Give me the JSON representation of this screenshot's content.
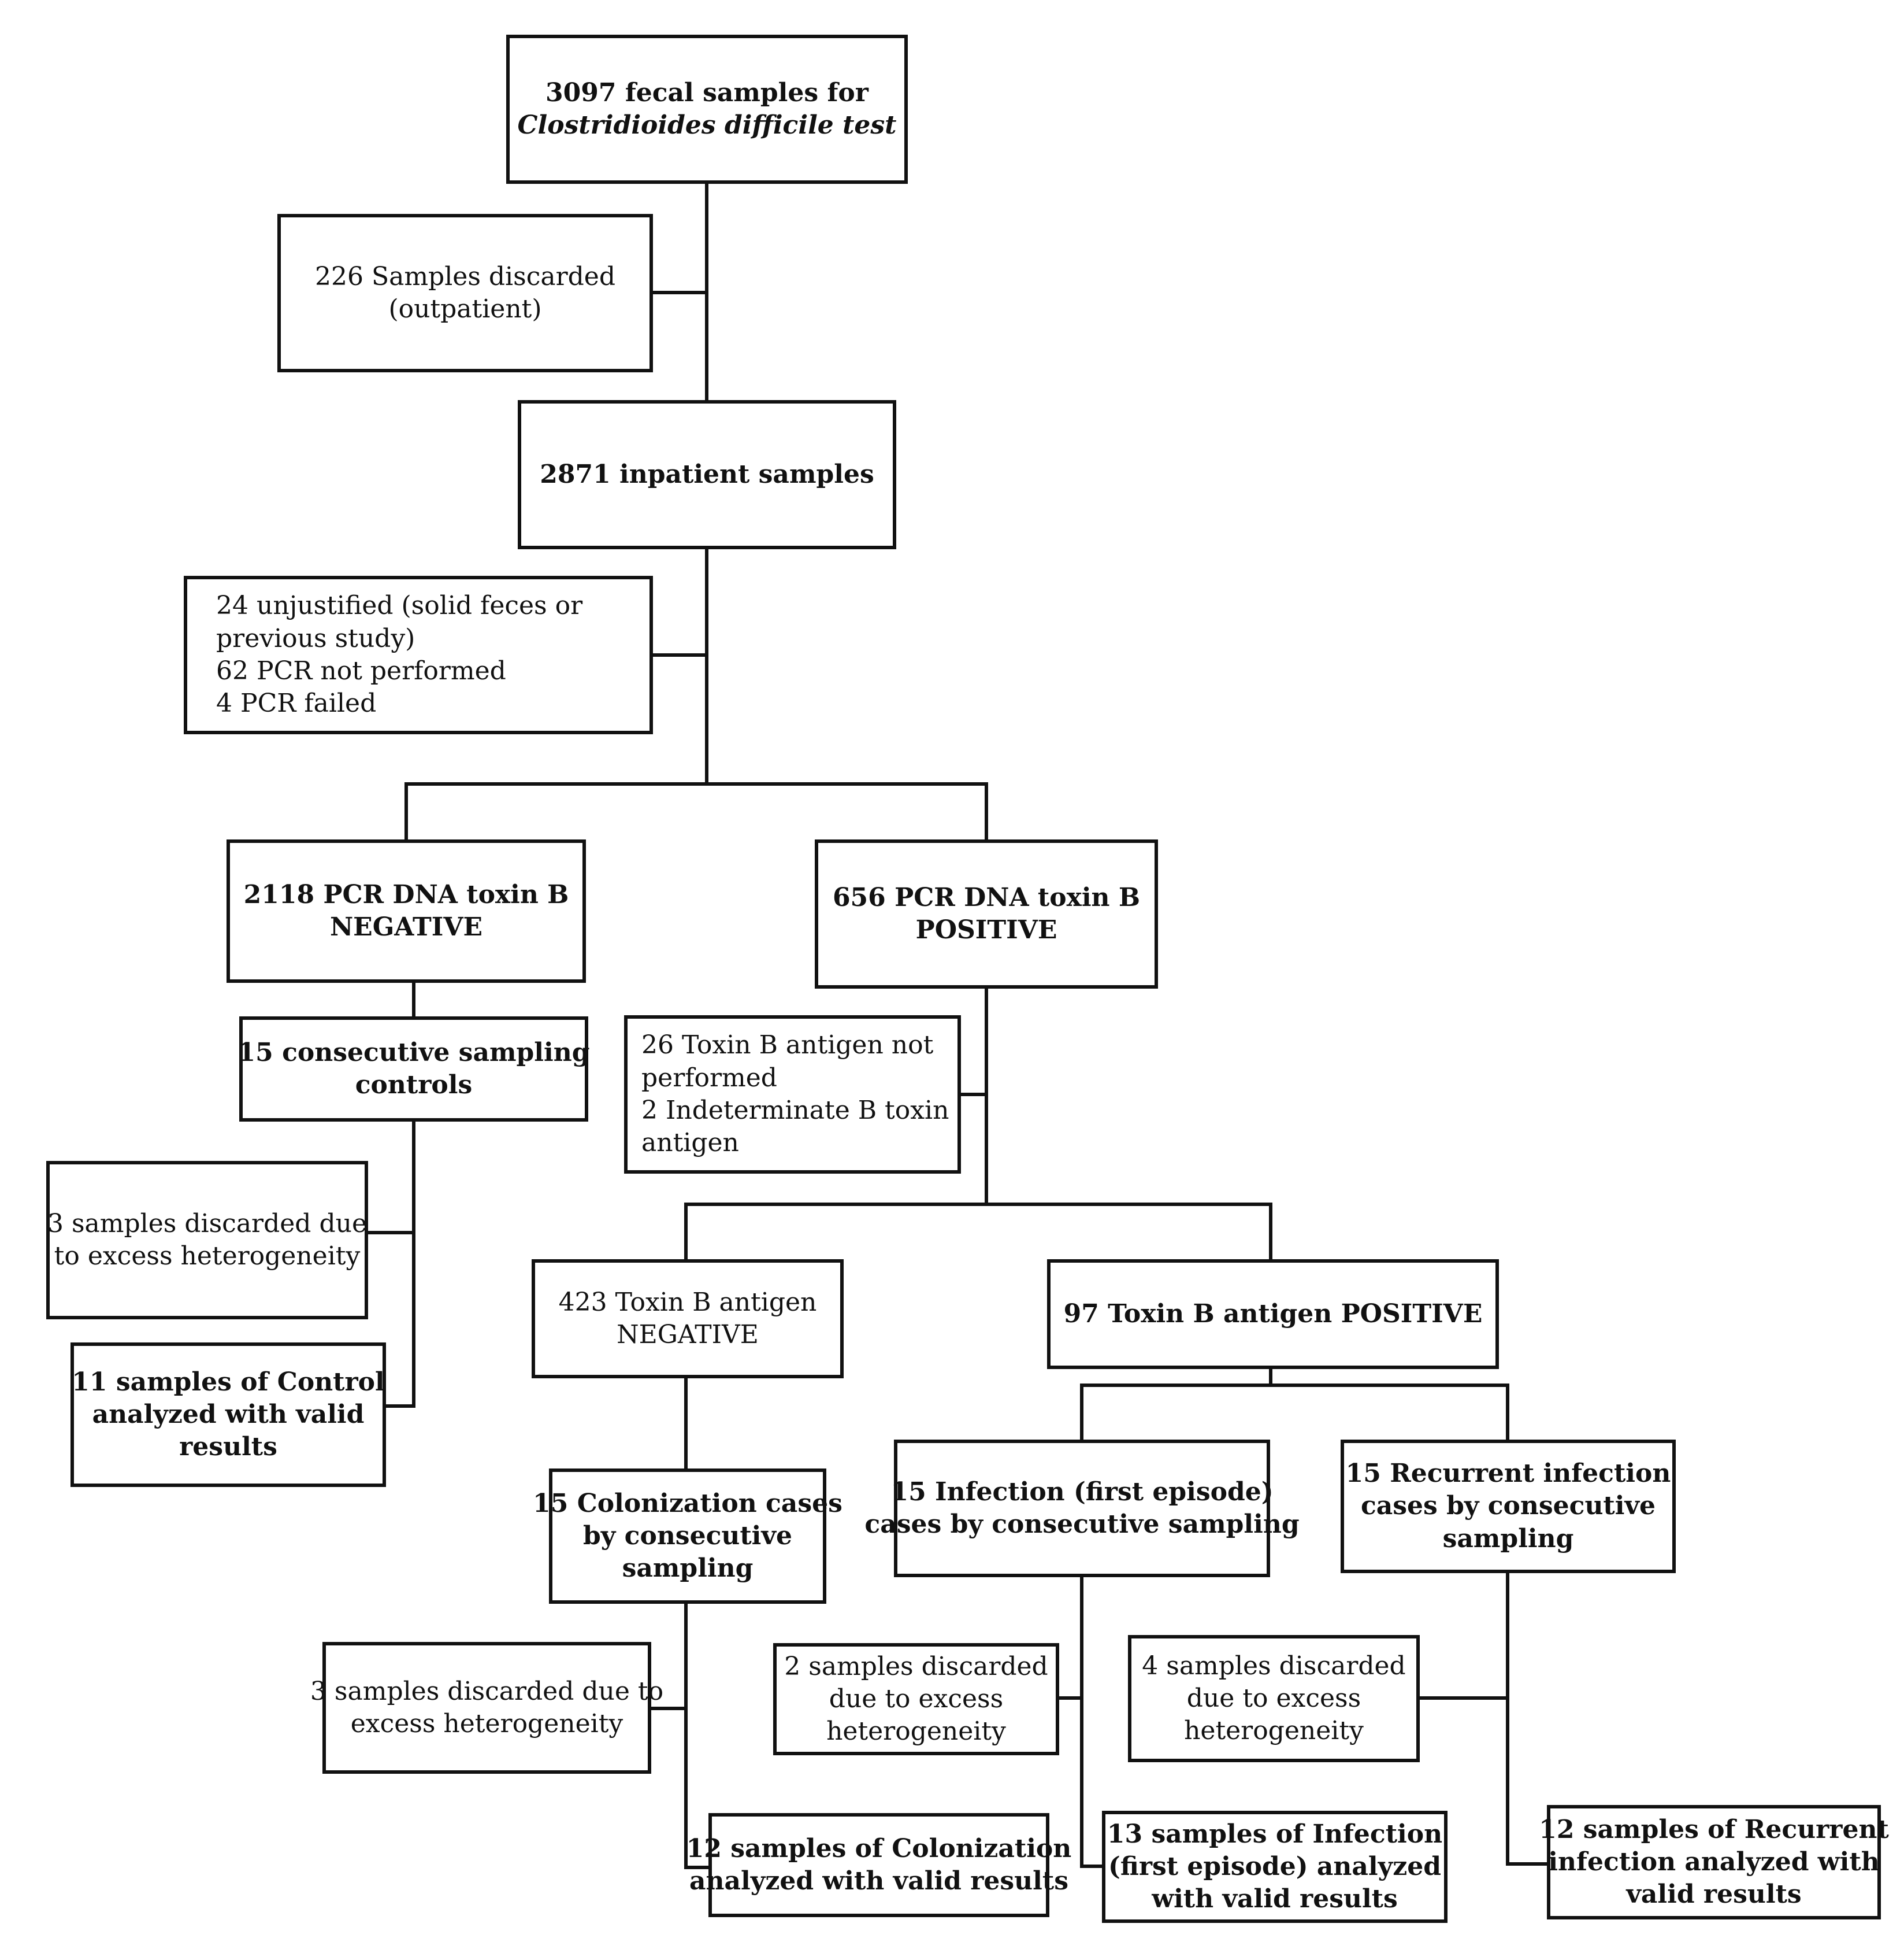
{
  "boxes": {
    "total": {
      "line1": "3097 fecal samples for",
      "line2": "Clostridioides difficile test"
    },
    "outpatient": {
      "line1": "226 Samples discarded",
      "line2": "(outpatient)"
    },
    "inpatient": {
      "line1": "2871 inpatient samples"
    },
    "excluded": {
      "line1": "24 unjustified (solid feces or",
      "line2": "previous study)",
      "line3": "62 PCR not performed",
      "line4": "4 PCR failed"
    },
    "pcr_negative": {
      "line1": "2118 PCR DNA toxin B",
      "line2": "NEGATIVE"
    },
    "pcr_positive": {
      "line1": "656 PCR DNA toxin B",
      "line2": "POSITIVE"
    },
    "controls": {
      "line1": "15 consecutive sampling",
      "line2": "controls"
    },
    "antigen_excluded": {
      "line1": "26 Toxin B antigen not",
      "line2": "performed",
      "line3": "2 Indeterminate B toxin",
      "line4": "antigen"
    },
    "control_discarded": {
      "line1": "3 samples discarded due",
      "line2": "to excess heterogeneity"
    },
    "control_valid": {
      "line1": "11 samples of Control",
      "line2": "analyzed with valid",
      "line3": "results"
    },
    "antigen_negative": {
      "line1": "423 Toxin B antigen",
      "line2": "NEGATIVE"
    },
    "antigen_positive": {
      "line1": "97 Toxin B antigen POSITIVE"
    },
    "colonization": {
      "line1": "15 Colonization cases",
      "line2": "by consecutive",
      "line3": "sampling"
    },
    "infection": {
      "line1": "15 Infection (first episode)",
      "line2": "cases by consecutive sampling"
    },
    "recurrent": {
      "line1": "15 Recurrent infection",
      "line2": "cases by consecutive",
      "line3": "sampling"
    },
    "colonization_discarded": {
      "line1": "3 samples discarded due to",
      "line2": "excess heterogeneity"
    },
    "infection_discarded": {
      "line1": "2 samples discarded",
      "line2": "due to excess",
      "line3": "heterogeneity"
    },
    "recurrent_discarded": {
      "line1": "4 samples discarded",
      "line2": "due to excess",
      "line3": "heterogeneity"
    },
    "colonization_valid": {
      "line1": "12 samples of Colonization",
      "line2": "analyzed with valid results"
    },
    "infection_valid": {
      "line1": "13 samples of Infection",
      "line2": "(first episode) analyzed",
      "line3": "with valid results"
    },
    "recurrent_valid": {
      "line1": "12 samples of Recurrent",
      "line2": "infection analyzed with",
      "line3": "valid results"
    }
  }
}
